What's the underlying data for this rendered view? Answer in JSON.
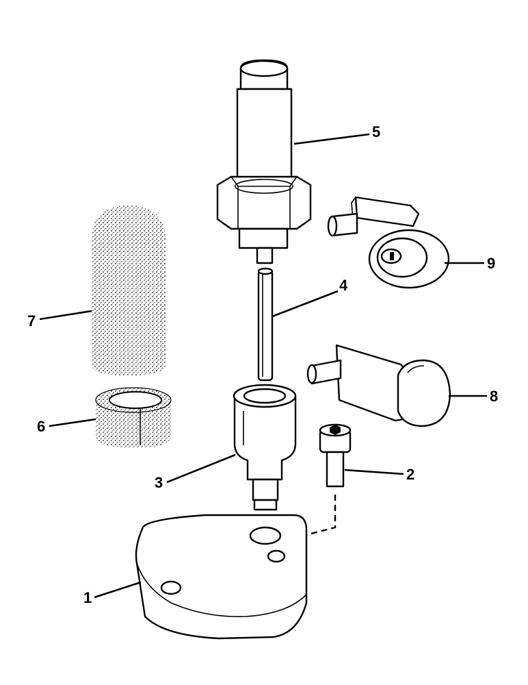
{
  "callouts": [
    {
      "id": "1",
      "text": "1",
      "part": "Base plate"
    },
    {
      "id": "2",
      "text": "2",
      "part": "Cap screw"
    },
    {
      "id": "3",
      "text": "3",
      "part": "Adaptor body"
    },
    {
      "id": "4",
      "text": "4",
      "part": "Pin"
    },
    {
      "id": "5",
      "text": "5",
      "part": "Threaded plunger"
    },
    {
      "id": "6",
      "text": "6",
      "part": "Split ring"
    },
    {
      "id": "7",
      "text": "7",
      "part": "Sleeve"
    },
    {
      "id": "8",
      "text": "8",
      "part": "Large cam"
    },
    {
      "id": "9",
      "text": "9",
      "part": "Small cam"
    }
  ],
  "colors": {
    "ink": "#000000",
    "paper": "#ffffff"
  }
}
